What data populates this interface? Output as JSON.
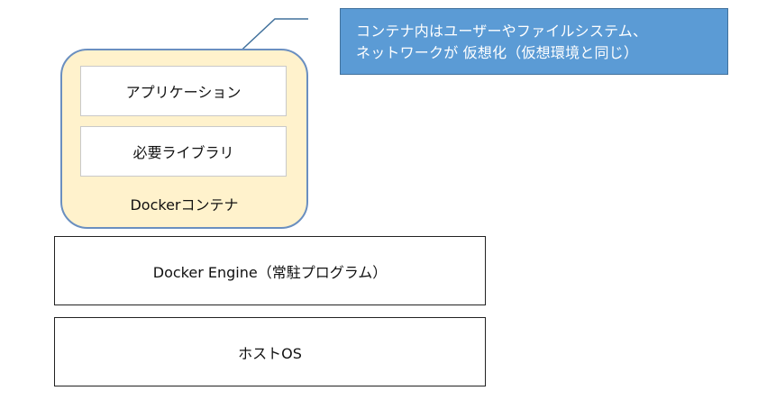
{
  "callout": {
    "lines": [
      "コンテナ内はユーザーやファイルシステム、",
      "ネットワークが 仮想化（仮想環境と同じ）"
    ]
  },
  "container": {
    "label": "Dockerコンテナ",
    "layers": [
      "アプリケーション",
      "必要ライブラリ"
    ]
  },
  "engine": {
    "label": "Docker Engine（常駐プログラム）"
  },
  "host": {
    "label": "ホストOS"
  },
  "colors": {
    "callout_fill": "#5b9bd5",
    "container_fill": "#fff2cc",
    "container_border": "#6a8fc0"
  }
}
